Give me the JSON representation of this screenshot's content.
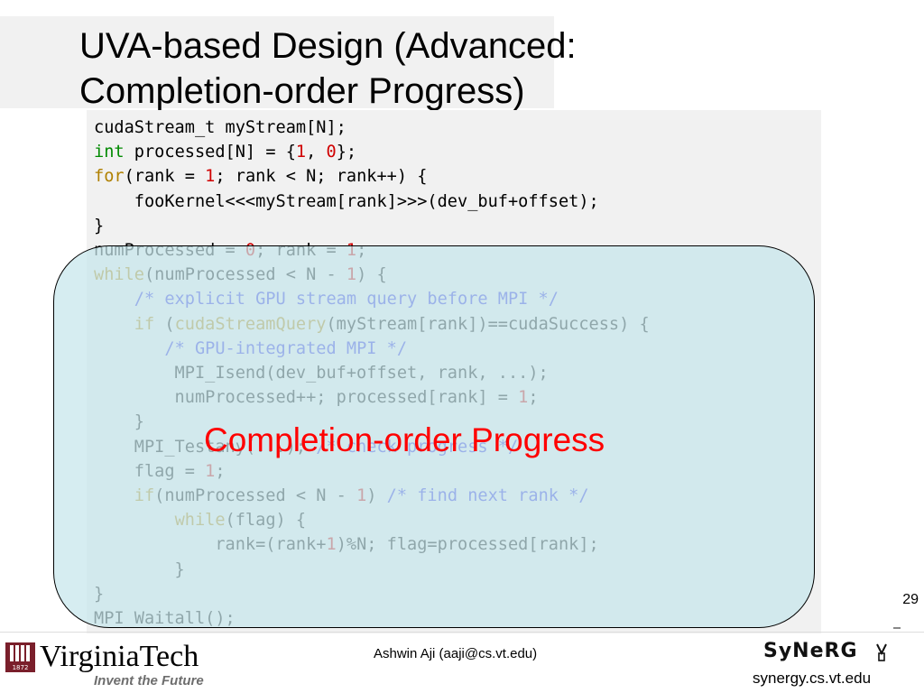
{
  "title": {
    "line1": "UVA-based Design (Advanced:",
    "line2": "Completion-order Progress)"
  },
  "code": [
    [
      {
        "t": "cudaStream_t myStream[N];"
      }
    ],
    [
      {
        "t": "int",
        "c": "kw"
      },
      {
        "t": " processed[N] = {"
      },
      {
        "t": "1",
        "c": "num"
      },
      {
        "t": ", "
      },
      {
        "t": "0",
        "c": "num"
      },
      {
        "t": "};"
      }
    ],
    [
      {
        "t": "for",
        "c": "kwf"
      },
      {
        "t": "(rank = "
      },
      {
        "t": "1",
        "c": "num"
      },
      {
        "t": "; rank < N; rank++) {"
      }
    ],
    [
      {
        "t": "    fooKernel<<<myStream[rank]>>>(dev_buf+offset);"
      }
    ],
    [
      {
        "t": "}"
      }
    ],
    [
      {
        "t": "numProcessed = "
      },
      {
        "t": "0",
        "c": "num"
      },
      {
        "t": "; rank = "
      },
      {
        "t": "1",
        "c": "num"
      },
      {
        "t": ";"
      }
    ],
    [
      {
        "t": "while",
        "c": "kwf"
      },
      {
        "t": "(numProcessed < N - "
      },
      {
        "t": "1",
        "c": "num"
      },
      {
        "t": ") {"
      }
    ],
    [
      {
        "t": "    "
      },
      {
        "t": "/* explicit GPU stream query before MPI */",
        "c": "cm"
      }
    ],
    [
      {
        "t": "    "
      },
      {
        "t": "if",
        "c": "kwf"
      },
      {
        "t": " ("
      },
      {
        "t": "cudaStreamQuery",
        "c": "kwf"
      },
      {
        "t": "(myStream[rank])==cudaSuccess) {"
      }
    ],
    [
      {
        "t": "       "
      },
      {
        "t": "/* GPU-integrated MPI */",
        "c": "cm"
      }
    ],
    [
      {
        "t": "        MPI_Isend(dev_buf+offset, rank, ...);"
      }
    ],
    [
      {
        "t": "        numProcessed++; processed[rank] = "
      },
      {
        "t": "1",
        "c": "num"
      },
      {
        "t": ";"
      }
    ],
    [
      {
        "t": "    }"
      }
    ],
    [
      {
        "t": "    MPI_Testany(...); "
      },
      {
        "t": "/* check progress */",
        "c": "cm"
      }
    ],
    [
      {
        "t": "    flag = "
      },
      {
        "t": "1",
        "c": "num"
      },
      {
        "t": ";"
      }
    ],
    [
      {
        "t": "    "
      },
      {
        "t": "if",
        "c": "kwf"
      },
      {
        "t": "(numProcessed < N - "
      },
      {
        "t": "1",
        "c": "num"
      },
      {
        "t": ") "
      },
      {
        "t": "/* find next rank */",
        "c": "cm"
      }
    ],
    [
      {
        "t": "        "
      },
      {
        "t": "while",
        "c": "kwf"
      },
      {
        "t": "(flag) {"
      }
    ],
    [
      {
        "t": "            rank=(rank+"
      },
      {
        "t": "1",
        "c": "num"
      },
      {
        "t": ")%N; flag=processed[rank];"
      }
    ],
    [
      {
        "t": "        }"
      }
    ],
    [
      {
        "t": "}"
      }
    ],
    [
      {
        "t": "MPI_Waitall();"
      }
    ]
  ],
  "overlay_label": "Completion-order Progress",
  "slide_number": "29",
  "footer": {
    "author": "Ashwin Aji (aaji@cs.vt.edu)",
    "vt_name": "VirginiaTech",
    "vt_tagline": "Invent the Future",
    "vt_year": "1872",
    "synergy_logo": "SyNeRG",
    "synergy_url": "synergy.cs.vt.edu"
  },
  "colors": {
    "keyword": "#008a00",
    "control_keyword": "#b08000",
    "number": "#d00000",
    "comment": "#2d2de0",
    "overlay_label": "#ff0000",
    "overlay_fill": "#c6e6eb",
    "vt_maroon": "#7a1f2b"
  },
  "icons": [
    "virginia-tech-shield-icon",
    "synergy-bulb-icon"
  ]
}
